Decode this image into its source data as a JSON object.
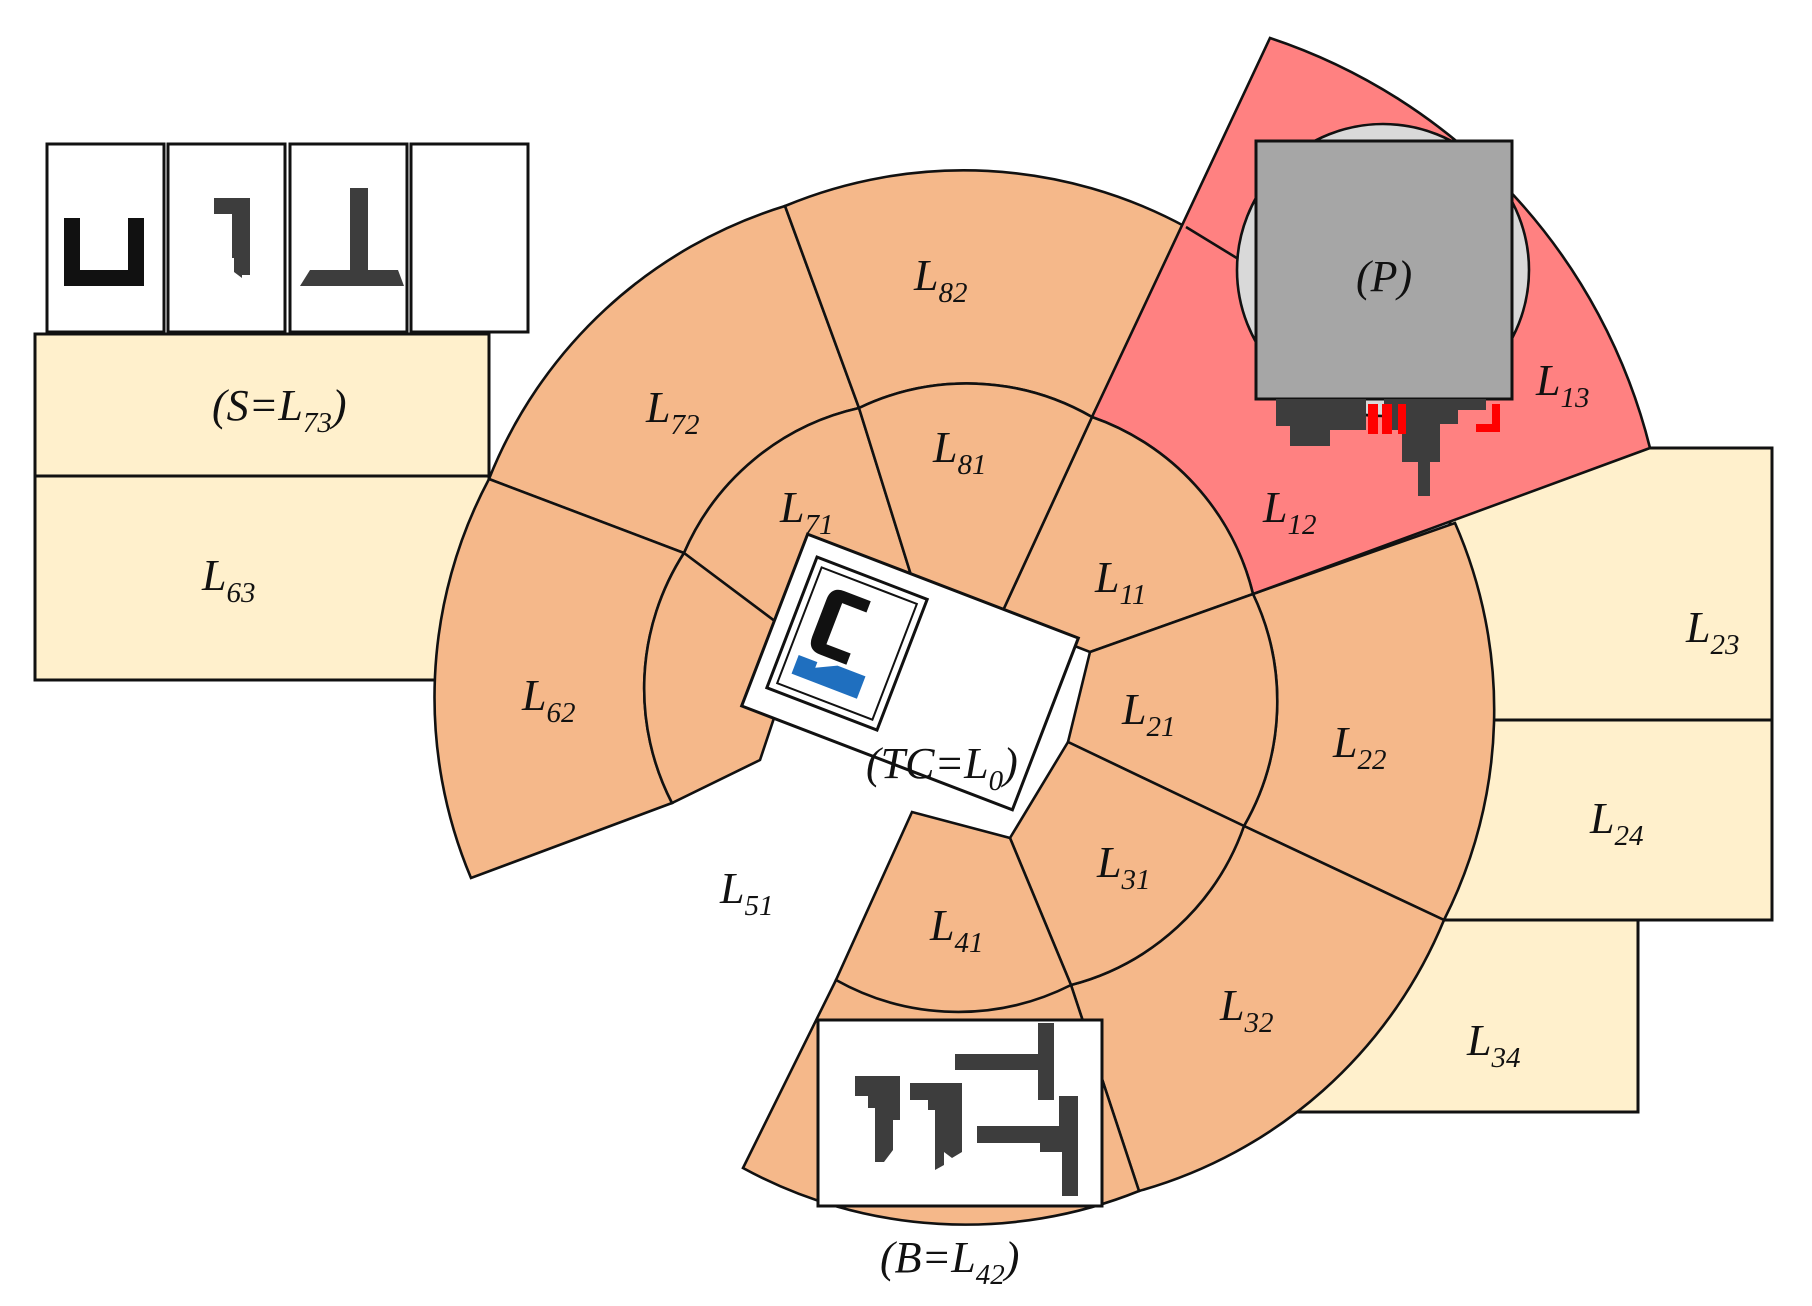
{
  "colors": {
    "inner_zone": "#f5b88a",
    "outer_zone": "#f5b88a",
    "press_zone": "#ff8181",
    "storage_zone": "#fff0cc",
    "press_body": "#a6a6a6",
    "press_ring": "#d9d9d9",
    "part": "#3d3d3d",
    "camera": "#1f6fbf",
    "sensor_red": "#ff0000",
    "outline": "#111111"
  },
  "labels": {
    "L11": {
      "base": "L",
      "sub": "11"
    },
    "L12": {
      "base": "L",
      "sub": "12"
    },
    "L13": {
      "base": "L",
      "sub": "13"
    },
    "L21": {
      "base": "L",
      "sub": "21"
    },
    "L22": {
      "base": "L",
      "sub": "22"
    },
    "L23": {
      "base": "L",
      "sub": "23"
    },
    "L24": {
      "base": "L",
      "sub": "24"
    },
    "L31": {
      "base": "L",
      "sub": "31"
    },
    "L32": {
      "base": "L",
      "sub": "32"
    },
    "L34": {
      "base": "L",
      "sub": "34"
    },
    "L41": {
      "base": "L",
      "sub": "41"
    },
    "L51": {
      "base": "L",
      "sub": "51"
    },
    "L62": {
      "base": "L",
      "sub": "62"
    },
    "L63": {
      "base": "L",
      "sub": "63"
    },
    "L71": {
      "base": "L",
      "sub": "71"
    },
    "L72": {
      "base": "L",
      "sub": "72"
    },
    "L81": {
      "base": "L",
      "sub": "81"
    },
    "L82": {
      "base": "L",
      "sub": "82"
    }
  },
  "named_stations": {
    "press": {
      "text": "(P)"
    },
    "tool_changer": {
      "pre": "(TC=L",
      "sub": "0",
      "post": ")"
    },
    "storage": {
      "pre": "(S=L",
      "sub": "73",
      "post": ")"
    },
    "buffer": {
      "pre": "(B=L",
      "sub": "42",
      "post": ")"
    }
  }
}
